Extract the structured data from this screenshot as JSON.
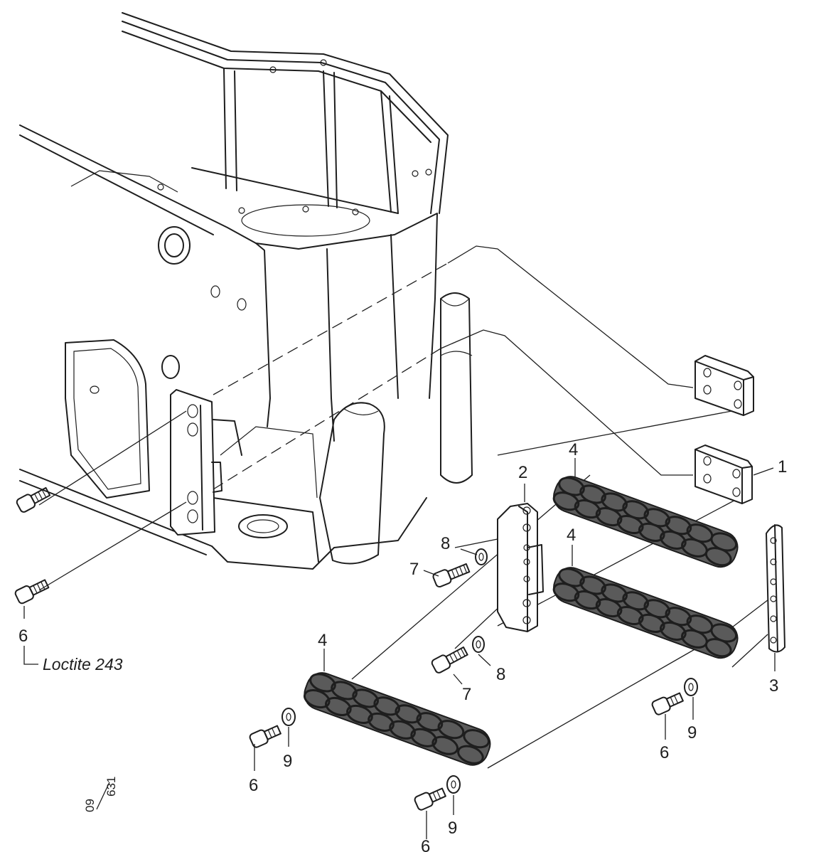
{
  "callouts": {
    "item_1": "1",
    "item_2": "2",
    "item_3": "3",
    "item_4_top": "4",
    "item_4_mid": "4",
    "item_4_bottom": "4",
    "item_6_left_upper": "6",
    "item_6_bottom_left": "6",
    "item_6_bottom_center": "6",
    "item_6_right": "6",
    "item_7_upper": "7",
    "item_7_lower": "7",
    "item_8_upper": "8",
    "item_8_lower": "8",
    "item_9_left": "9",
    "item_9_center": "9",
    "item_9_right": "9"
  },
  "note": "Loctite 243",
  "drawing_ref": {
    "prefix": "09",
    "number": "631"
  }
}
